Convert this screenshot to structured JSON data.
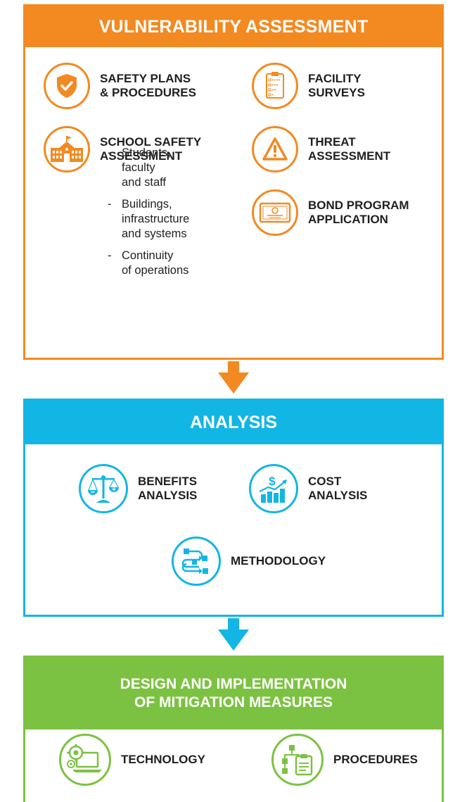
{
  "colors": {
    "orange": "#f28a21",
    "blue": "#12b6e4",
    "green": "#7cc242"
  },
  "vulnerability": {
    "title": "VULNERABILITY ASSESSMENT",
    "items": {
      "safety_plans": {
        "line1": "SAFETY PLANS",
        "line2": "& PROCEDURES",
        "icon": "shield-check-icon"
      },
      "facility_surveys": {
        "line1": "FACILITY",
        "line2": "SURVEYS",
        "icon": "checklist-clipboard-icon"
      },
      "school_safety": {
        "line1": "SCHOOL SAFETY",
        "line2": "ASSESSMENT",
        "icon": "school-building-icon"
      },
      "threat": {
        "line1": "THREAT",
        "line2": "ASSESSMENT",
        "icon": "warning-triangle-icon"
      },
      "bond": {
        "line1": "BOND PROGRAM",
        "line2": "APPLICATION",
        "icon": "bond-certificate-icon"
      }
    },
    "sublist": [
      {
        "lines": [
          "Students,",
          "faculty",
          "and staff"
        ]
      },
      {
        "lines": [
          "Buildings,",
          "infrastructure",
          "and systems"
        ]
      },
      {
        "lines": [
          "Continuity",
          "of operations"
        ]
      }
    ]
  },
  "analysis": {
    "title": "ANALYSIS",
    "items": {
      "benefits": {
        "line1": "BENEFITS",
        "line2": "ANALYSIS",
        "icon": "balance-scale-icon"
      },
      "cost": {
        "line1": "COST",
        "line2": "ANALYSIS",
        "icon": "dollar-bar-chart-icon"
      },
      "methodology": {
        "line1": "METHODOLOGY",
        "icon": "process-flow-icon"
      }
    }
  },
  "design": {
    "title_line1": "DESIGN AND IMPLEMENTATION",
    "title_line2": "OF MITIGATION MEASURES",
    "items": {
      "technology": {
        "line1": "TECHNOLOGY",
        "icon": "gear-laptop-icon"
      },
      "procedures": {
        "line1": "PROCEDURES",
        "icon": "org-chart-clipboard-icon"
      }
    }
  }
}
